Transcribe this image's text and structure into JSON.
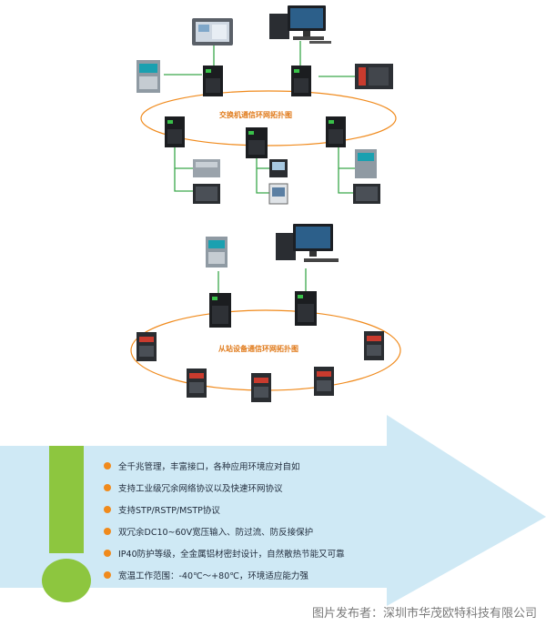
{
  "rings": {
    "switch_ring_label": "交换机通信环网拓扑图",
    "slave_ring_label": "从站设备通信环网拓扑图"
  },
  "features": [
    "全千兆管理，丰富接口，各种应用环境应对自如",
    "支持工业级冗余网络协议以及快速环网协议",
    "支持STP/RSTP/MSTP协议",
    "双冗余DC10~60V宽压输入、防过流、防反接保护",
    "IP40防护等级，全金属铝材密封设计，自然散热节能又可靠",
    "宽温工作范围：-40℃～+80℃，环境适应能力强"
  ],
  "credit": "图片发布者：深圳市华茂欧特科技有限公司",
  "colors": {
    "link_green": "#3aa84a",
    "ring_orange": "#f08a1c",
    "arrow_blue": "#cfe9f5",
    "exclaim_green": "#8dc63f",
    "bullet_orange": "#f08a1c"
  }
}
